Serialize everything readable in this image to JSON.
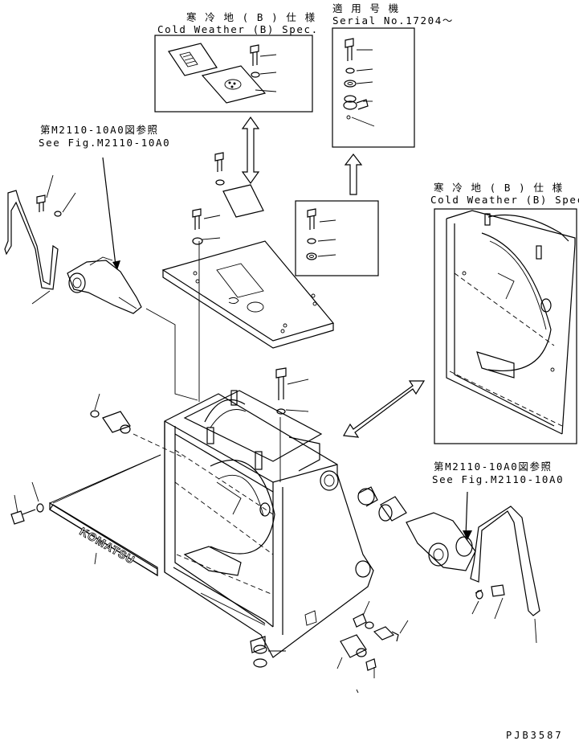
{
  "labels": {
    "cold_top_jp": "寒 冷 地 ( B ) 仕 様",
    "cold_top_en": "Cold Weather (B) Spec.",
    "serial_jp": "適 用 号 機",
    "serial_en": "Serial No.17204～",
    "ref_left_jp": "第M2110-10A0図参照",
    "ref_left_en": "See Fig.M2110-10A0",
    "cold_right_jp": "寒 冷 地 ( B ) 仕 様",
    "cold_right_en": "Cold Weather (B) Spec.",
    "ref_right_jp": "第M2110-10A0図参照",
    "ref_right_en": "See Fig.M2110-10A0",
    "plate_text": "KOMATSU",
    "drawing_code": "PJB3587"
  }
}
